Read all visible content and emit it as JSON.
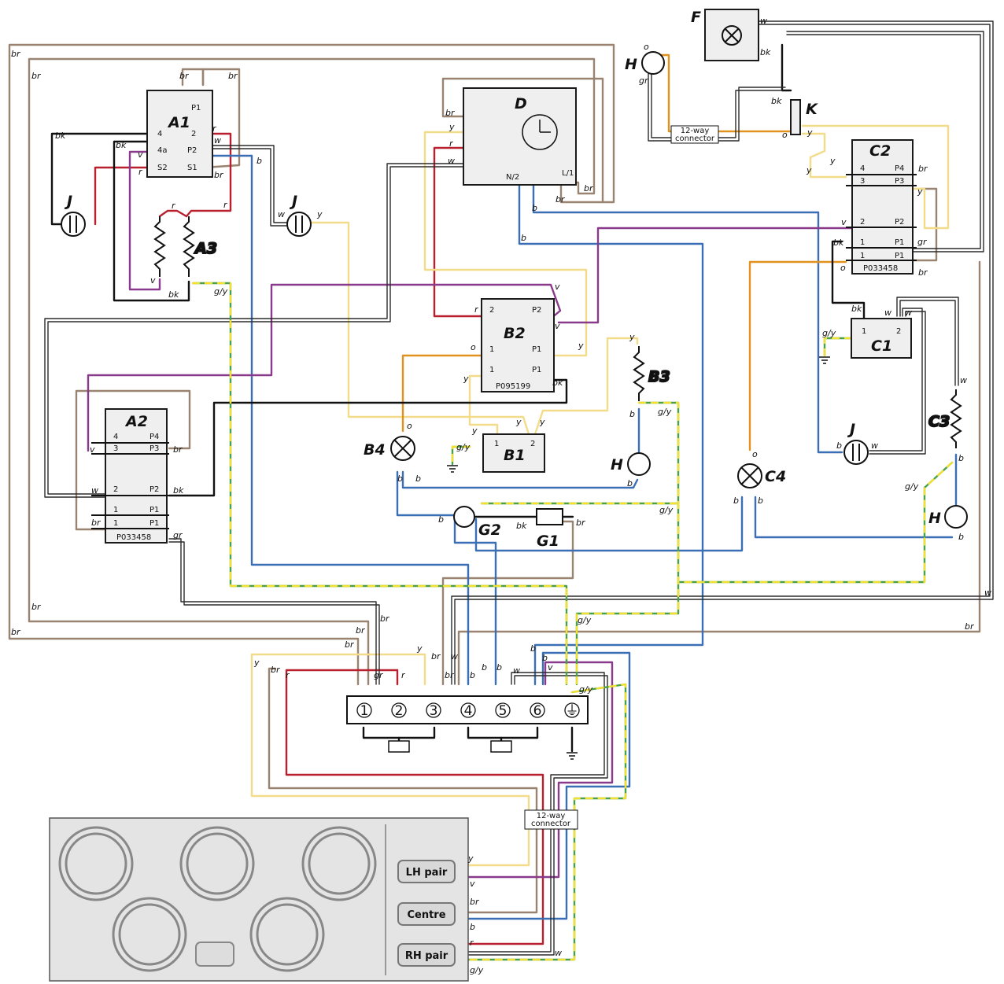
{
  "components": {
    "A1": "A1",
    "A2": "A2",
    "A3": "A3",
    "B1": "B1",
    "B2": "B2",
    "B3": "B3",
    "B4": "B4",
    "C1": "C1",
    "C2": "C2",
    "C3": "C3",
    "C4": "C4",
    "D": "D",
    "F": "F",
    "G1": "G1",
    "G2": "G2",
    "H": "H",
    "J": "J",
    "K": "K"
  },
  "part_numbers": {
    "A2": "P033458",
    "B2": "P095199",
    "C2": "P033458"
  },
  "connector_label": "12-way connector",
  "terminal_block": [
    "1",
    "2",
    "3",
    "4",
    "5",
    "6",
    "⏚"
  ],
  "hob_controls": {
    "lh": "LH pair",
    "centre": "Centre",
    "rh": "RH pair"
  },
  "wire_codes": {
    "br": "br",
    "bk": "bk",
    "r": "r",
    "w": "w",
    "y": "y",
    "b": "b",
    "v": "v",
    "o": "o",
    "gr": "gr",
    "gy": "g/y"
  },
  "pins": {
    "A1": [
      "P1",
      "4",
      "4a",
      "S2",
      "2",
      "P2",
      "S1"
    ],
    "switch": [
      "4",
      "3",
      "2",
      "1",
      "1",
      "P4",
      "P3",
      "P2",
      "P1",
      "P1"
    ],
    "B2": [
      "2",
      "1",
      "1",
      "P2",
      "P1",
      "P1"
    ],
    "B1": [
      "1",
      "2"
    ],
    "C1": [
      "1",
      "2"
    ],
    "D": [
      "N/2",
      "L/1"
    ]
  },
  "colors": {
    "br": "#9a8370",
    "r": "#b8202f",
    "y": "#f2dc8a",
    "b": "#3a6fb5",
    "v": "#8a3a8a",
    "o": "#e0921c",
    "bk": "#111111",
    "gy_green": "#4aa04a",
    "gy_yellow": "#f2e030"
  }
}
